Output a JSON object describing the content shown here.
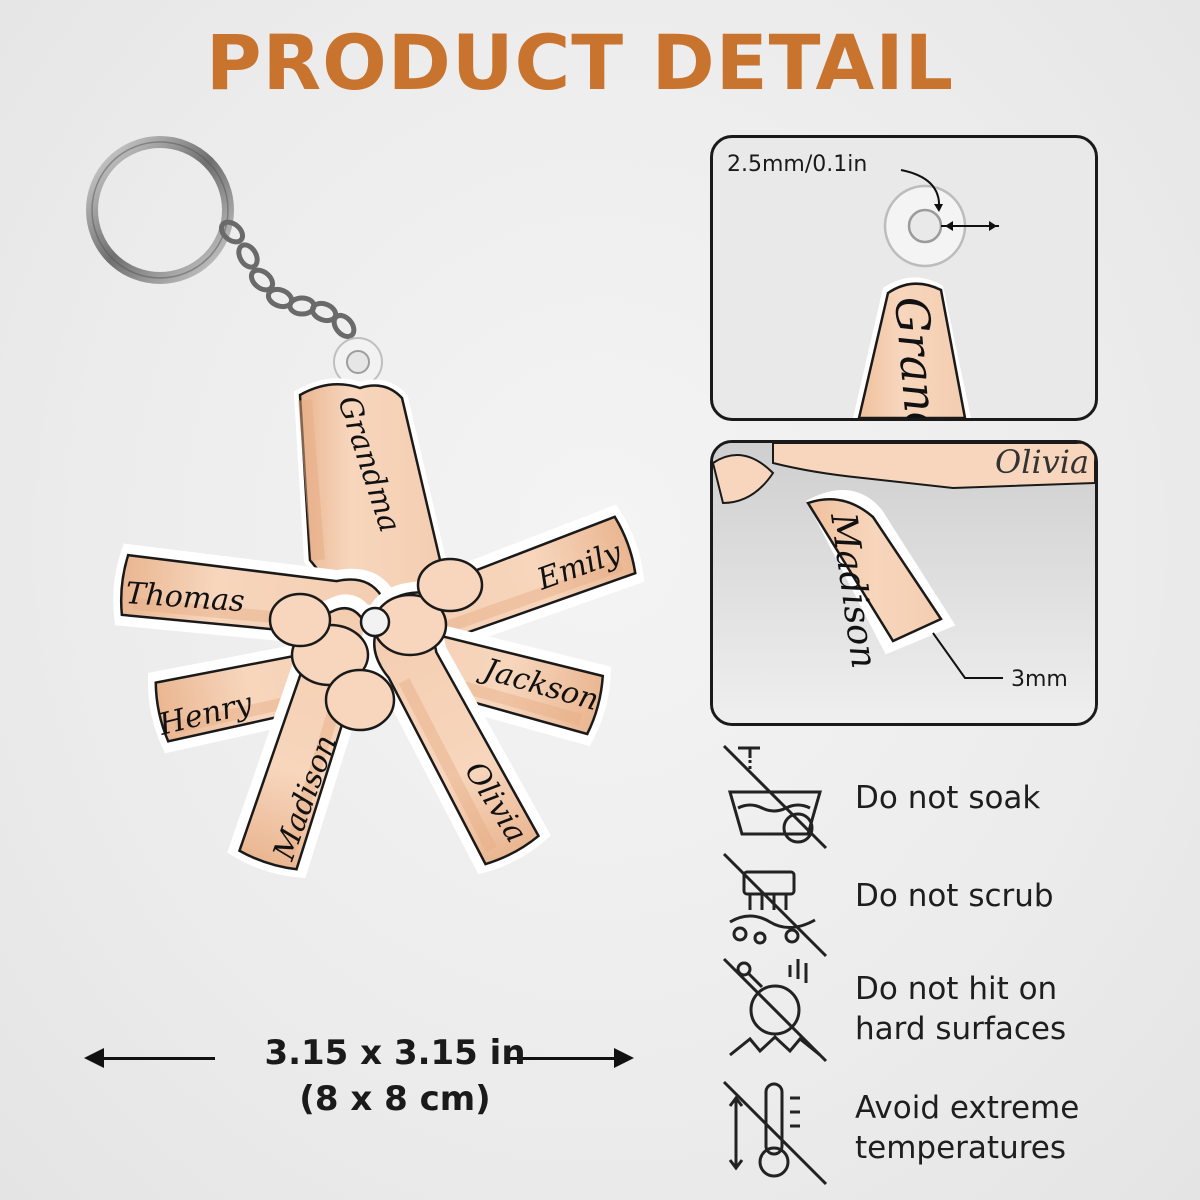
{
  "header": {
    "title": "PRODUCT DETAIL"
  },
  "keychain": {
    "names": {
      "grandma": "Grandma",
      "thomas": "Thomas",
      "emily": "Emily",
      "henry": "Henry",
      "jackson": "Jackson",
      "madison": "Madison",
      "olivia": "Olivia"
    }
  },
  "detail_top": {
    "hole_label": "2.5mm/0.1in",
    "name": "Grand"
  },
  "detail_bottom": {
    "thickness_label": "3mm",
    "name_main": "Madison",
    "name_top": "Olivia"
  },
  "size": {
    "inches": "3.15 x 3.15 in",
    "cm": "(8 x 8 cm)"
  },
  "care": [
    {
      "icon": "no-soak-icon",
      "text": "Do not soak"
    },
    {
      "icon": "no-scrub-icon",
      "text": "Do not scrub"
    },
    {
      "icon": "no-hit-icon",
      "line1": "Do not hit on",
      "line2": "hard surfaces"
    },
    {
      "icon": "no-temperature-icon",
      "line1": "Avoid extreme",
      "line2": "temperatures"
    }
  ],
  "colors": {
    "title": "#c9742e",
    "skin": "#f6d2b6",
    "skin_shadow": "#e9b48f",
    "outline": "#111111"
  }
}
